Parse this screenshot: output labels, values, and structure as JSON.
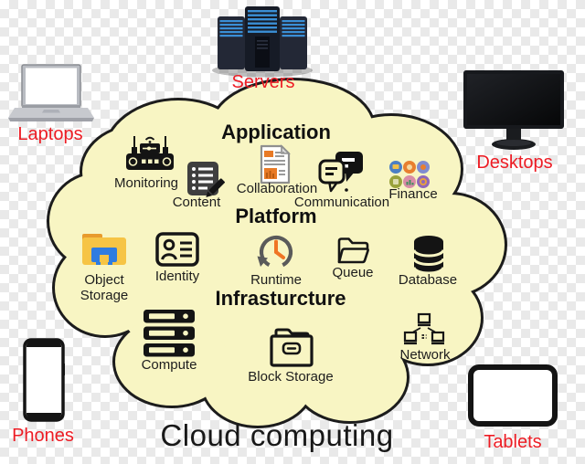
{
  "title": "Cloud computing",
  "colors": {
    "cloud_fill": "#f8f5c3",
    "cloud_stroke": "#1c1c1c",
    "device_label_red": "#ed1c24",
    "checker_gray": "#e9e9e9",
    "accent_orange": "#e87a25",
    "folder_yellow": "#f6c445",
    "folder_blue": "#2f7ce0"
  },
  "cloud": {
    "application": {
      "header": "Application",
      "items": [
        {
          "label": "Monitoring",
          "icon": "monitoring-icon"
        },
        {
          "label": "Content",
          "icon": "content-icon"
        },
        {
          "label": "Collaboration",
          "icon": "collaboration-icon"
        },
        {
          "label": "Communication",
          "icon": "communication-icon"
        },
        {
          "label": "Finance",
          "icon": "finance-icon"
        }
      ]
    },
    "platform": {
      "header": "Platform",
      "items": [
        {
          "label": "Object Storage",
          "icon": "object-storage-icon"
        },
        {
          "label": "Identity",
          "icon": "identity-icon"
        },
        {
          "label": "Runtime",
          "icon": "runtime-icon"
        },
        {
          "label": "Queue",
          "icon": "queue-icon"
        },
        {
          "label": "Database",
          "icon": "database-icon"
        }
      ]
    },
    "infrastructure": {
      "header": "Infrasturcture",
      "items": [
        {
          "label": "Compute",
          "icon": "compute-icon"
        },
        {
          "label": "Block Storage",
          "icon": "block-storage-icon"
        },
        {
          "label": "Network",
          "icon": "network-icon"
        }
      ]
    }
  },
  "devices": [
    {
      "label": "Laptops",
      "icon": "laptop-icon"
    },
    {
      "label": "Servers",
      "icon": "servers-icon"
    },
    {
      "label": "Desktops",
      "icon": "desktop-icon"
    },
    {
      "label": "Phones",
      "icon": "phone-icon"
    },
    {
      "label": "Tablets",
      "icon": "tablet-icon"
    }
  ]
}
